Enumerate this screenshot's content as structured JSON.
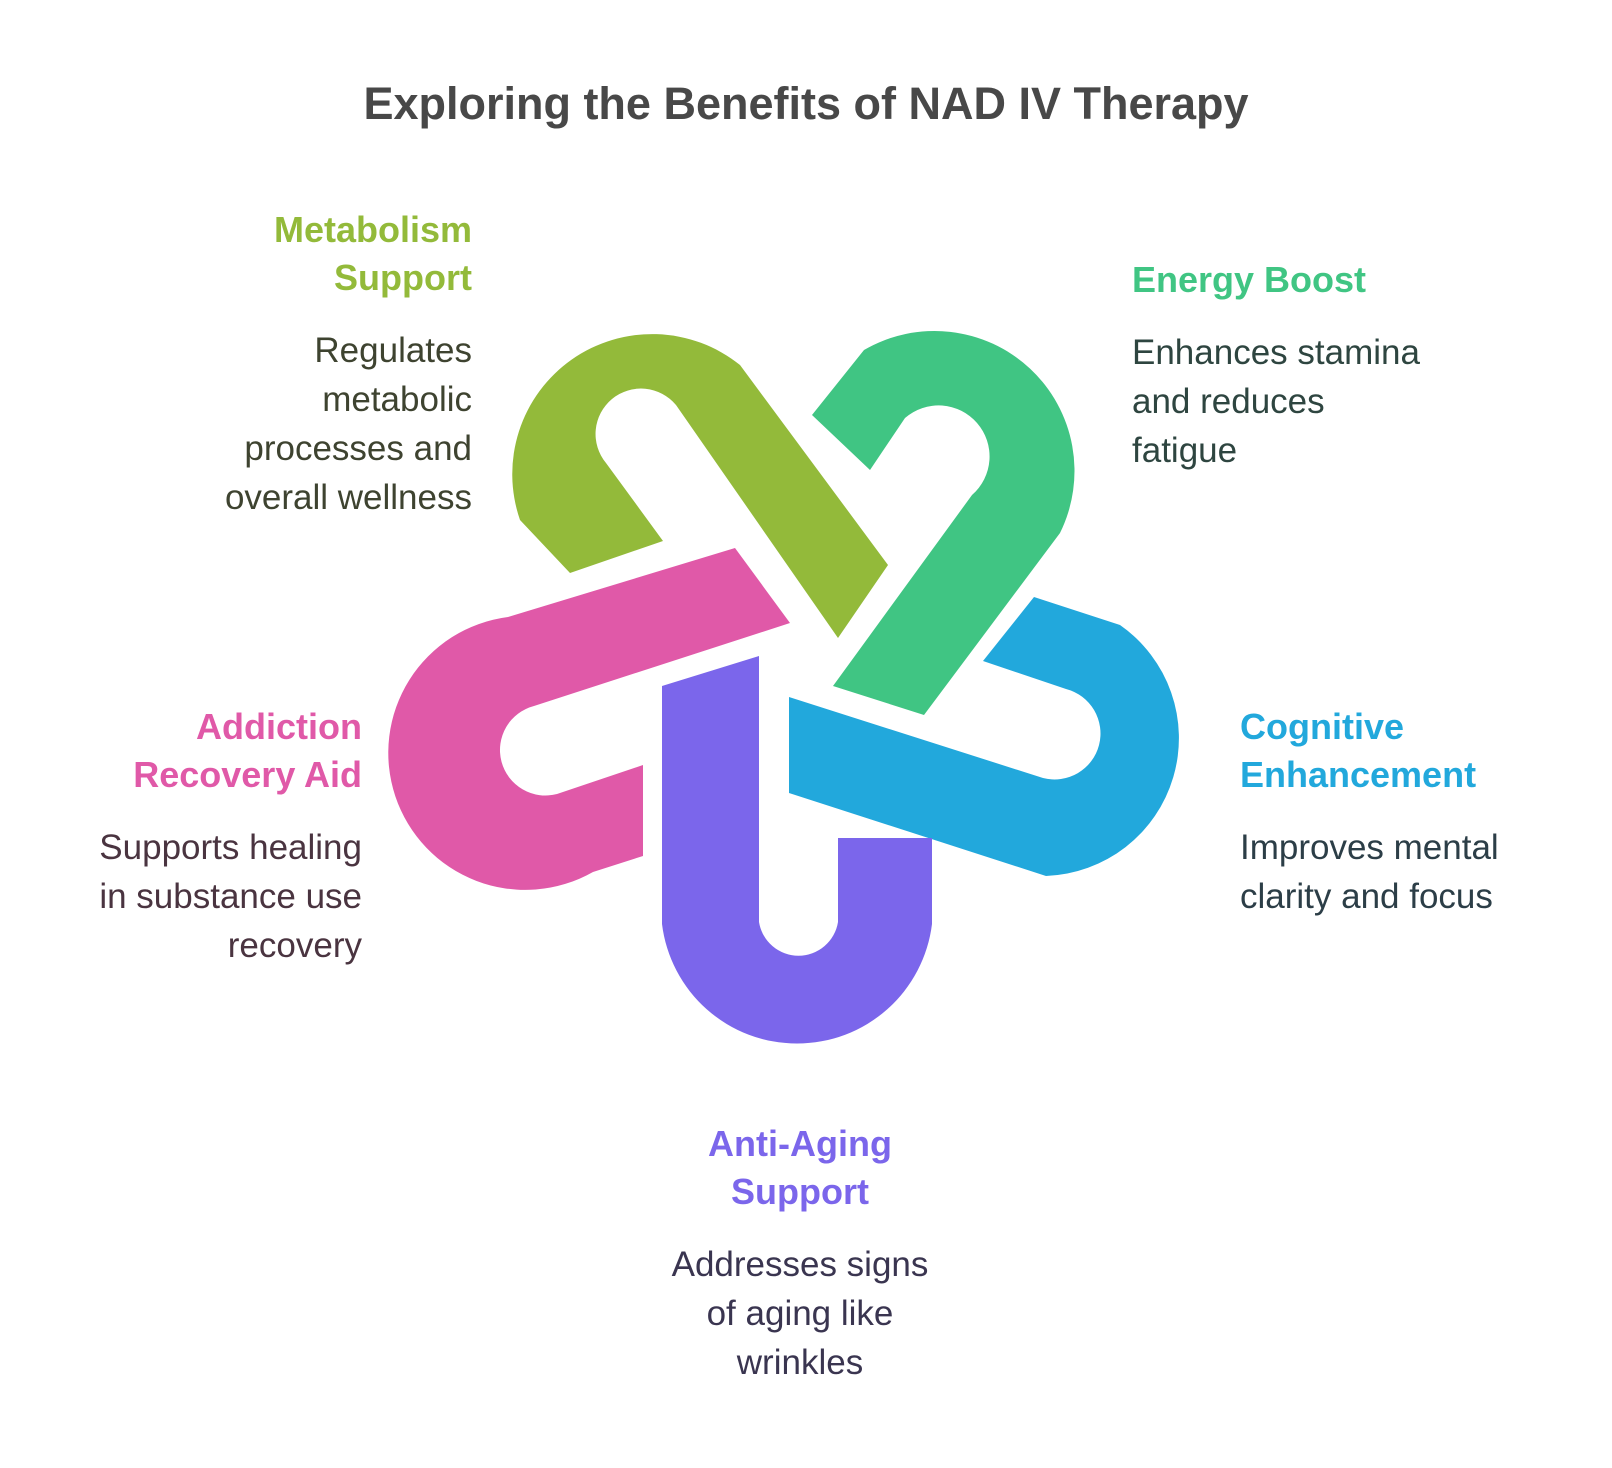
{
  "title": "Exploring the Benefits of NAD IV Therapy",
  "items": [
    {
      "id": "metabolism",
      "head_lines": [
        "Metabolism",
        "Support"
      ],
      "desc_lines": [
        "Regulates",
        "metabolic",
        "processes and",
        "overall wellness"
      ],
      "color": "#93BA3A",
      "text_color": "#3E4330"
    },
    {
      "id": "energy",
      "head_lines": [
        "Energy Boost"
      ],
      "desc_lines": [
        "Enhances stamina",
        "and reduces",
        "fatigue"
      ],
      "color": "#40C583",
      "text_color": "#2E4540"
    },
    {
      "id": "cognitive",
      "head_lines": [
        "Cognitive",
        "Enhancement"
      ],
      "desc_lines": [
        "Improves mental",
        "clarity and focus"
      ],
      "color": "#22A8DC",
      "text_color": "#2C3E47"
    },
    {
      "id": "antiaging",
      "head_lines": [
        "Anti-Aging",
        "Support"
      ],
      "desc_lines": [
        "Addresses signs",
        "of aging like",
        "wrinkles"
      ],
      "color": "#7B66EB",
      "text_color": "#3A3550"
    },
    {
      "id": "addiction",
      "head_lines": [
        "Addiction",
        "Recovery Aid"
      ],
      "desc_lines": [
        "Supports healing",
        "in substance use",
        "recovery"
      ],
      "color": "#E059A8",
      "text_color": "#4A3440"
    }
  ]
}
